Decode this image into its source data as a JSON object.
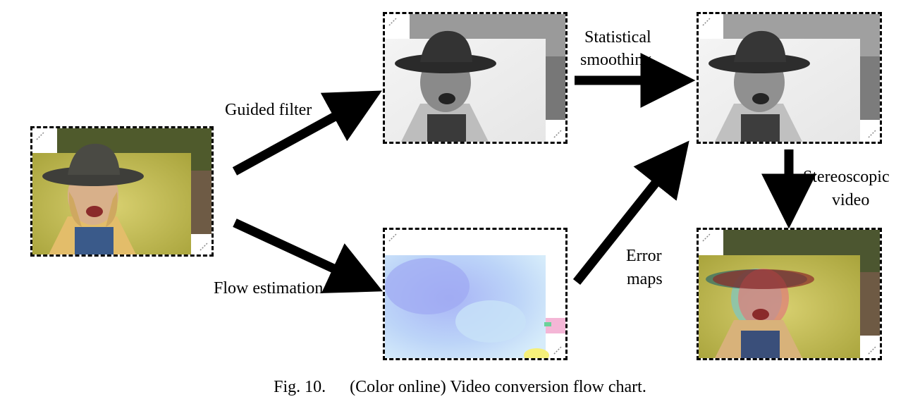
{
  "labels": {
    "guided_filter": "Guided filter",
    "flow_estimation": "Flow estimation",
    "statistical": "Statistical",
    "smoothing": "smoothing",
    "error": "Error",
    "maps": "maps",
    "stereoscopic": "Stereoscopic",
    "video": "video"
  },
  "caption": {
    "fig_number": "Fig. 10.",
    "text": "(Color online) Video conversion flow chart."
  },
  "nodes": {
    "input": "color photo of child in hat",
    "guided": "grayscale depth image",
    "smoothed": "grayscale smoothed depth image",
    "flow": "optical flow color map",
    "stereo": "red-cyan anaglyph stereoscopic frame"
  }
}
